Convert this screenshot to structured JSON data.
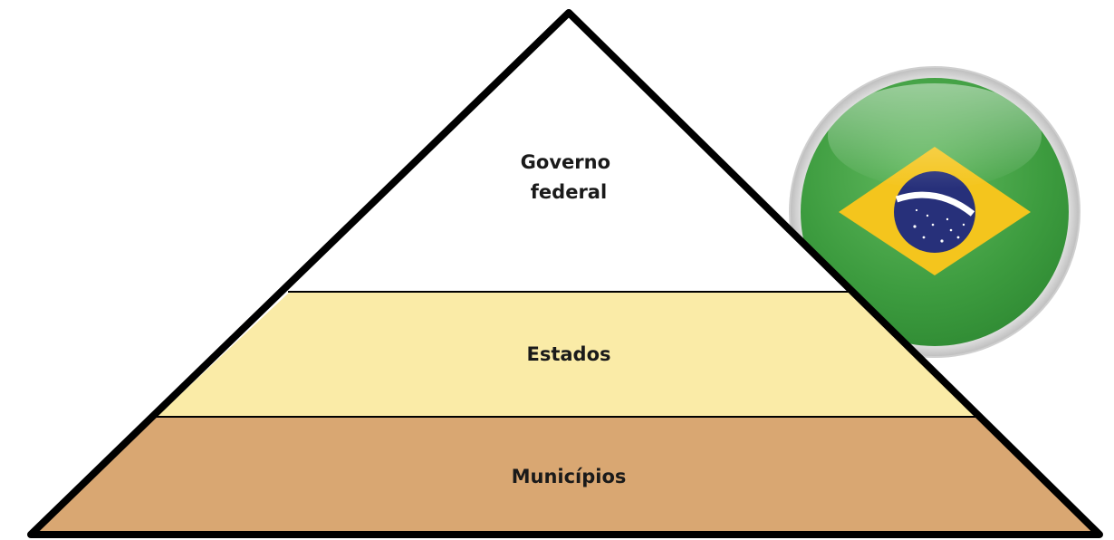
{
  "pyramid": {
    "levels": [
      {
        "lines": [
          "Governo",
          "federal"
        ],
        "fill": "#ffffff"
      },
      {
        "lines": [
          "Estados"
        ],
        "fill": "#faeba7"
      },
      {
        "lines": [
          "Municípios"
        ],
        "fill": "#d9a772"
      }
    ],
    "outline_color": "#000000"
  },
  "flag_badge": {
    "icon": "brazil-flag-icon",
    "colors": {
      "green": "#3d9c3f",
      "yellow": "#f4c51d",
      "blue": "#27307a",
      "band": "#ffffff",
      "rim": "#d6d6d6"
    }
  }
}
